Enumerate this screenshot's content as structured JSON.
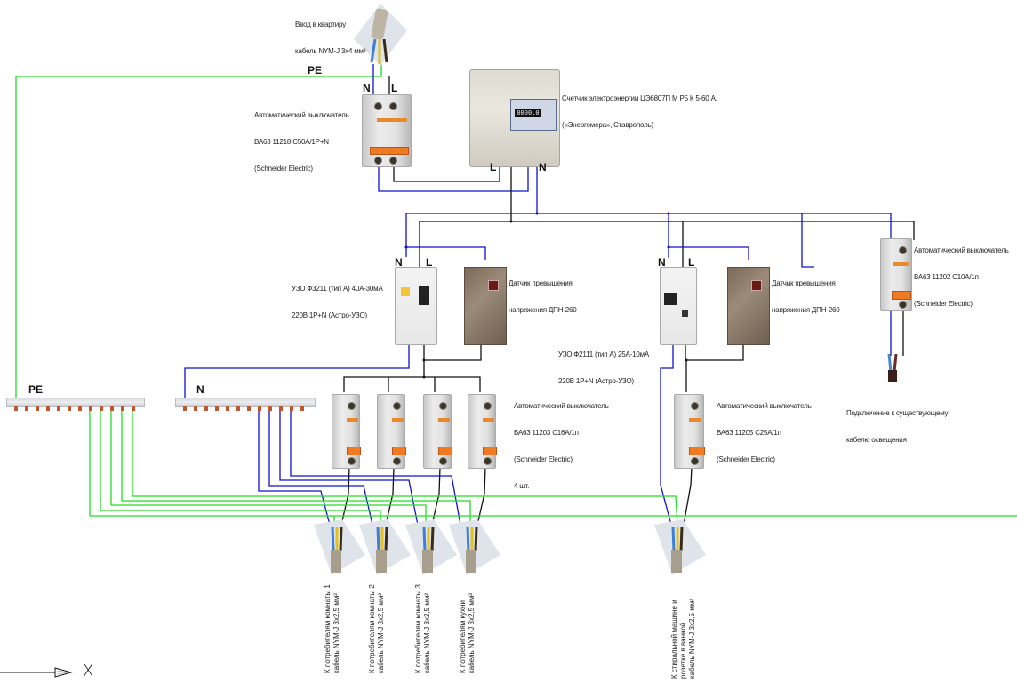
{
  "diagram": {
    "title": "Схема электрощита квартиры",
    "colors": {
      "pe_wire": "#22dd22",
      "neutral_wire": "#1010cc",
      "phase_wire": "#111111",
      "breaker_orange": "#f07a22"
    },
    "input_cable": {
      "label_lines": [
        "Ввод в квартиру",
        "кабель NYM-J 3х4 мм²"
      ]
    },
    "terminals": {
      "pe_top": "PE",
      "main_breaker_n": "N",
      "main_breaker_l": "L",
      "meter_l": "L",
      "meter_n": "N",
      "rcd1_n": "N",
      "rcd1_l": "L",
      "rcd2_n": "N",
      "rcd2_l": "L",
      "pe_bus": "PE",
      "n_bus": "N"
    },
    "main_breaker": {
      "label_lines": [
        "Автоматический выключатель",
        "ВА63 11218 С50А/1Р+N",
        "(Schneider Electric)"
      ]
    },
    "meter": {
      "label_lines": [
        "Счетчик электроэнергии ЦЭ6807П М Р5 К 5-60 А,",
        "(«Энергомера», Ставрополь)"
      ],
      "display": "0000.0"
    },
    "rcd1": {
      "label_lines": [
        "УЗО Ф3211 (тип А) 40А-30мА",
        "220В 1Р+N (Астро-УЗО)"
      ]
    },
    "dpn1": {
      "label_lines": [
        "Датчик превышения",
        "напряжения ДПН-260"
      ]
    },
    "rcd2": {
      "label_lines": [
        "УЗО Ф2111 (тип А) 25А-10мА",
        "220В 1Р+N (Астро-УЗО)"
      ]
    },
    "dpn2": {
      "label_lines": [
        "Датчик превышения",
        "напряжения ДПН-260"
      ]
    },
    "lighting_breaker": {
      "label_lines": [
        "Автоматический выключатель",
        "ВА63 11202 С10А/1п",
        "(Schneider Electric)"
      ]
    },
    "lighting_connection": {
      "label_lines": [
        "Подключение к существующему",
        "кабелю освещения"
      ]
    },
    "group_breakers": {
      "label_lines": [
        "Автоматический выключатель",
        "ВА63 11203 С16А/1п",
        "(Schneider Electric)",
        "4 шт."
      ],
      "count": 4
    },
    "washer_breaker": {
      "label_lines": [
        "Автоматический выключатель",
        "ВА63 11205 С25А/1п",
        "(Schneider Electric)"
      ]
    },
    "outputs": [
      {
        "label_lines": [
          "К потребителям комнаты 1",
          "кабель NYM-J 3х2,5 мм²"
        ]
      },
      {
        "label_lines": [
          "К потребителям комнаты 2",
          "кабель NYM-J 3х2,5 мм²"
        ]
      },
      {
        "label_lines": [
          "К потребителям комнаты 3",
          "кабель NYM-J 3х2,5 мм²"
        ]
      },
      {
        "label_lines": [
          "К потребителям кухни",
          "кабель NYM-J 3х2,5 мм²"
        ]
      },
      {
        "label_lines": [
          "К стиральной машине и",
          "розетке в ванной",
          "кабель NYM-J 3х2,5 мм²"
        ]
      }
    ],
    "axis": {
      "x_label": "X"
    }
  }
}
